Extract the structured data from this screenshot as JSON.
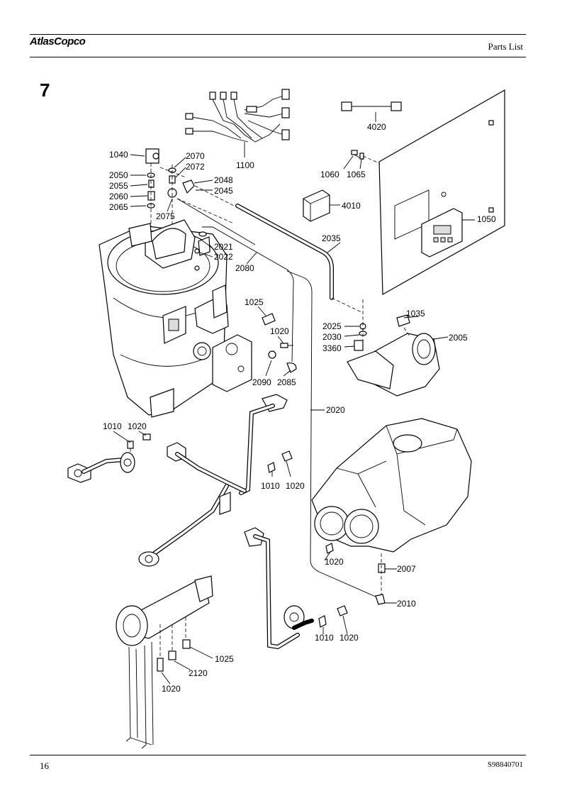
{
  "header": {
    "brand": "AtlasCopco",
    "title": "Parts List"
  },
  "section": "7",
  "footer": {
    "page": "16",
    "doc_id": "S98840701"
  },
  "labels": [
    "1100",
    "4020",
    "1040",
    "2070",
    "2072",
    "2050",
    "2055",
    "2060",
    "2065",
    "2048",
    "2045",
    "2075",
    "1060",
    "1065",
    "4010",
    "1050",
    "2035",
    "2021",
    "2022",
    "2080",
    "1025",
    "1020",
    "1035",
    "2025",
    "2030",
    "3360",
    "2005",
    "2090",
    "2085",
    "2020",
    "1010",
    "1020",
    "1010",
    "1020",
    "1020",
    "2007",
    "2010",
    "1010",
    "1020",
    "1025",
    "2120",
    "1020"
  ]
}
